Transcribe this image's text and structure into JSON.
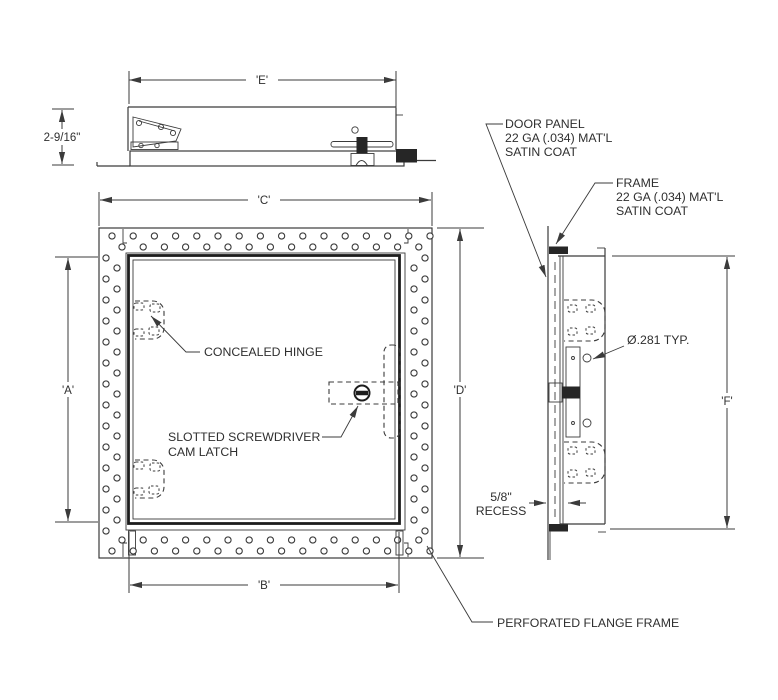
{
  "colors": {
    "line": "#3b3b3b",
    "text": "#2f2f2f",
    "dark_fill": "#262626",
    "background": "#ffffff"
  },
  "top_view": {
    "dim_width": "'E'",
    "dim_depth": "2-9/16\""
  },
  "front_view": {
    "dim_opening_height": "'A'",
    "dim_opening_width": "'B'",
    "dim_overall_width": "'C'",
    "dim_overall_height": "'D'",
    "hinge_label": "CONCEALED HINGE",
    "latch_label_line1": "SLOTTED SCREWDRIVER",
    "latch_label_line2": "CAM LATCH",
    "frame_label": "PERFORATED FLANGE FRAME"
  },
  "side_view": {
    "dim_height": "'F'",
    "panel_note_line1": "DOOR PANEL",
    "panel_note_line2": "22 GA (.034) MAT'L",
    "panel_note_line3": "SATIN COAT",
    "frame_note_line1": "FRAME",
    "frame_note_line2": "22 GA (.034) MAT'L",
    "frame_note_line3": "SATIN COAT",
    "hole_note": "Ø.281 TYP.",
    "recess_line1": "5/8\"",
    "recess_line2": "RECESS"
  }
}
